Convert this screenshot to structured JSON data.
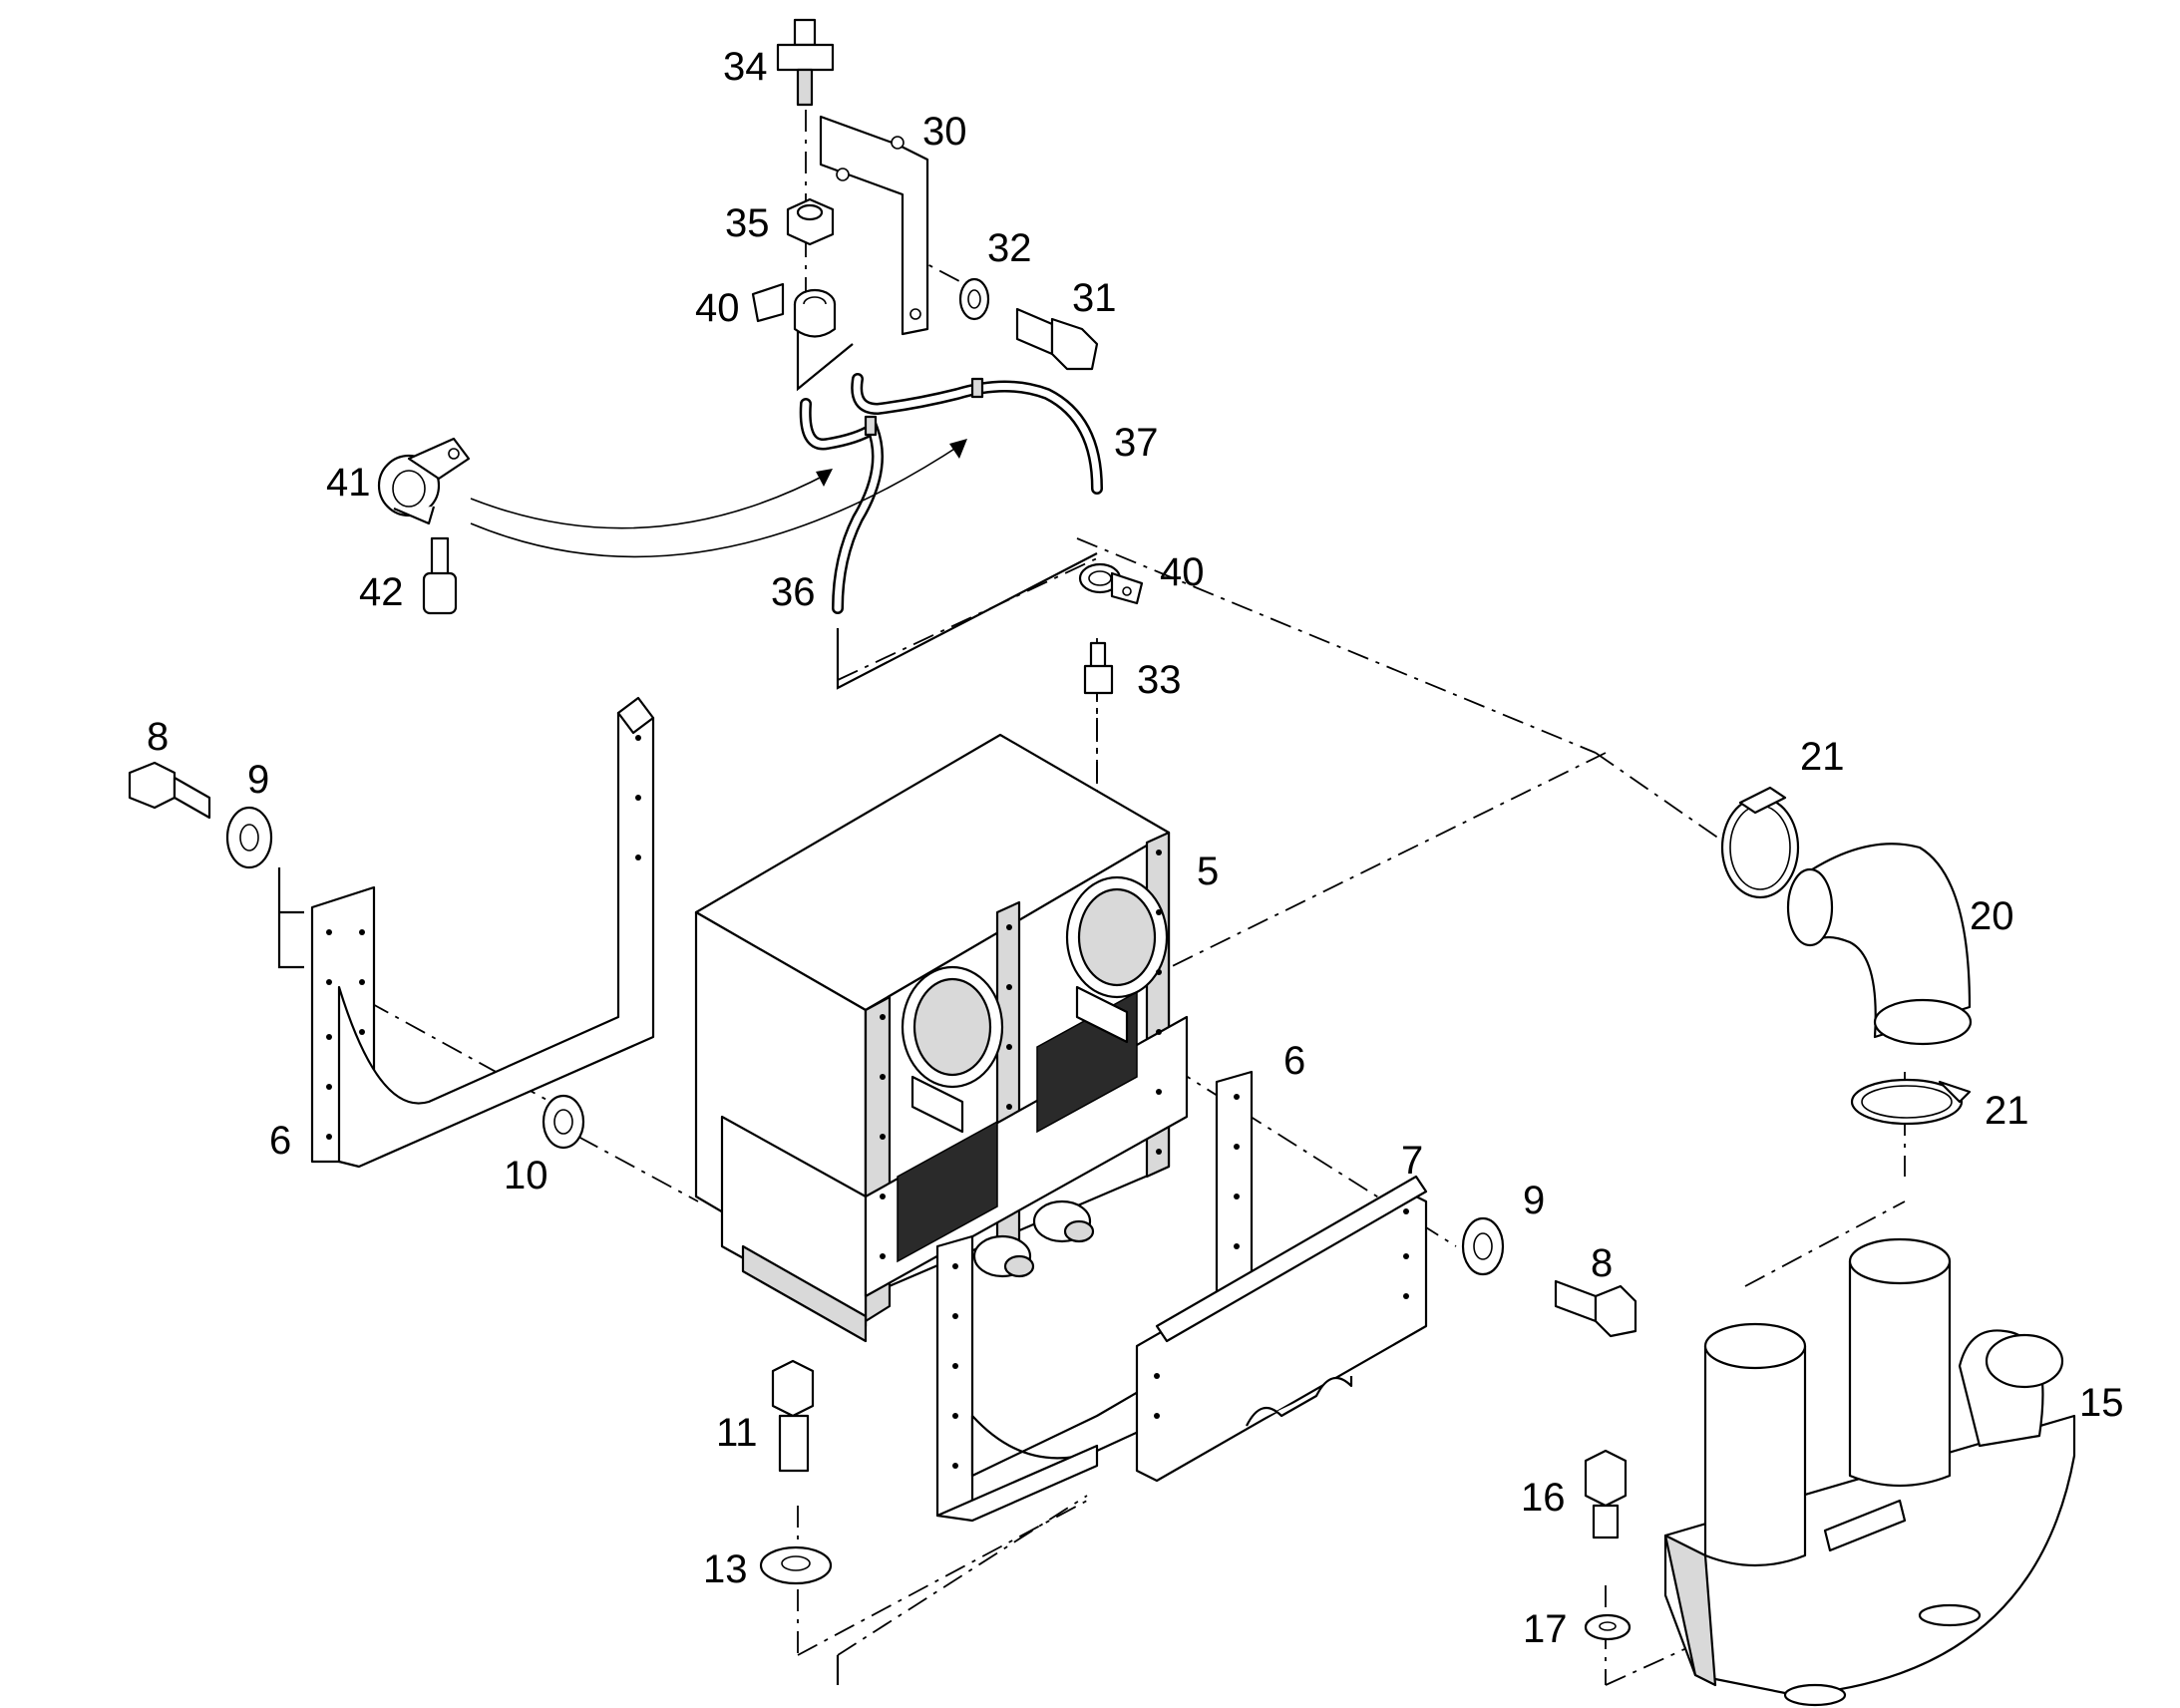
{
  "callouts": {
    "c34": "34",
    "c30": "30",
    "c35": "35",
    "c32": "32",
    "c31": "31",
    "c40a": "40",
    "c41": "41",
    "c37": "37",
    "c42": "42",
    "c40b": "40",
    "c36": "36",
    "c33": "33",
    "c8a": "8",
    "c9a": "9",
    "c21a": "21",
    "c5": "5",
    "c20": "20",
    "c6a": "6",
    "c6b": "6",
    "c10": "10",
    "c7": "7",
    "c21b": "21",
    "c9b": "9",
    "c8b": "8",
    "c15": "15",
    "c11": "11",
    "c16": "16",
    "c13": "13",
    "c17": "17"
  }
}
